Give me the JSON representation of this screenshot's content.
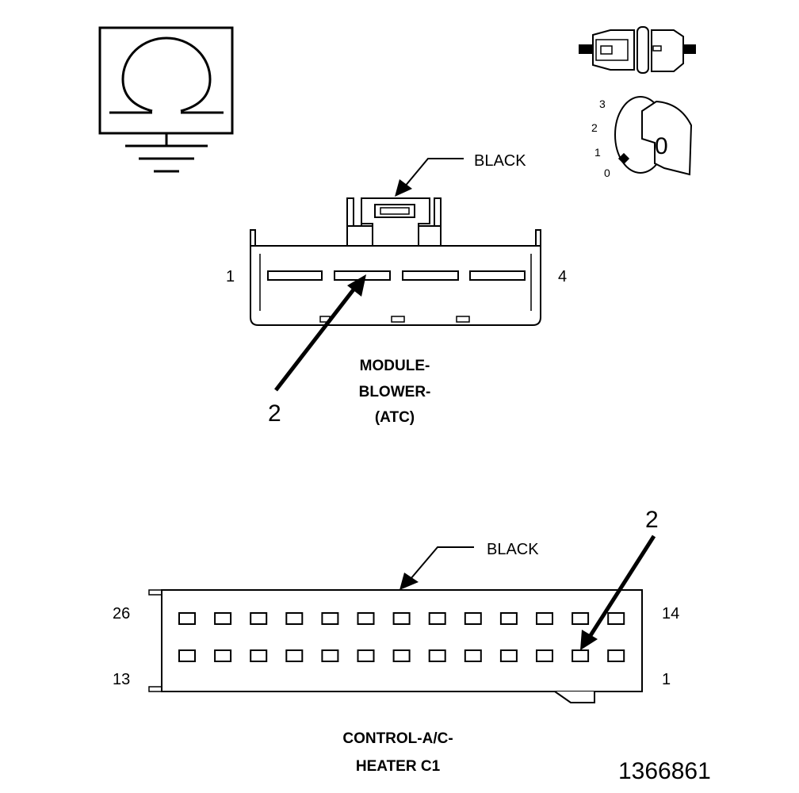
{
  "top_connector": {
    "color_label": "BLACK",
    "pin_left": "1",
    "pin_right": "4",
    "callout": "2",
    "name_lines": [
      "MODULE-",
      "BLOWER-",
      "(ATC)"
    ]
  },
  "bottom_connector": {
    "color_label": "BLACK",
    "pin_top_left": "26",
    "pin_bottom_left": "13",
    "pin_top_right": "14",
    "pin_bottom_right": "1",
    "callout": "2",
    "name_lines": [
      "CONTROL-A/C-",
      "HEATER C1"
    ]
  },
  "ignition_key": {
    "positions": [
      "3",
      "2",
      "1",
      "0"
    ],
    "key_face": "0"
  },
  "figure_number": "1366861",
  "icons": [
    "ohmmeter-ground-icon",
    "disconnected-connector-icon",
    "ignition-off-icon"
  ]
}
